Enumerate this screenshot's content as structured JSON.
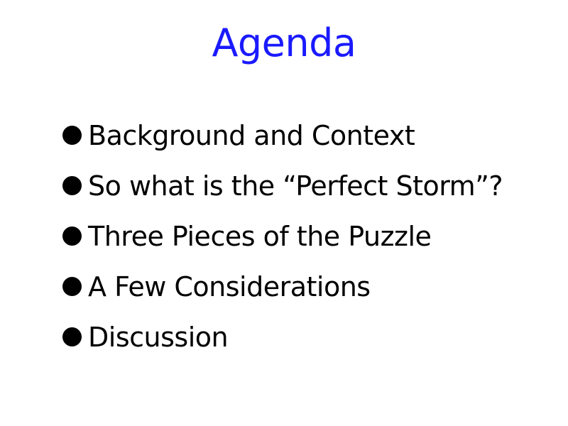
{
  "slide": {
    "title": "Agenda",
    "title_color": "#1a1aff",
    "bullets": [
      "Background and Context",
      "So what is the “Perfect Storm”?",
      "Three Pieces of the Puzzle",
      "A Few Considerations",
      "Discussion"
    ]
  }
}
